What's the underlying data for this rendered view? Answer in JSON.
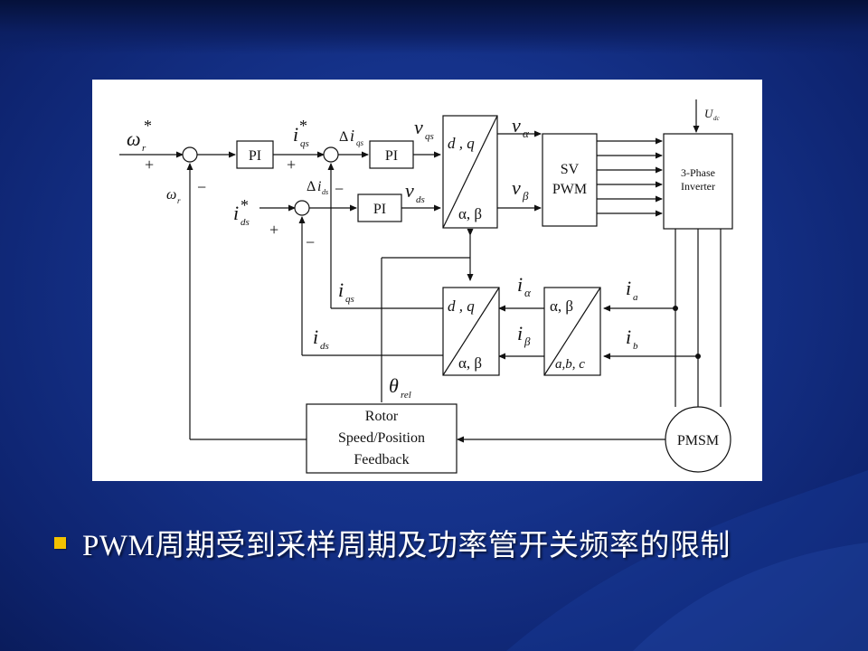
{
  "slide": {
    "bullet_text": "PWM周期受到采样周期及功率管开关频率的限制",
    "colors": {
      "background": "#15328a",
      "bullet": "#f2c200",
      "text": "#ffffff"
    }
  },
  "diagram": {
    "blocks": {
      "pi_speed": "PI",
      "pi_q": "PI",
      "pi_d": "PI",
      "sv_line1": "SV",
      "sv_line2": "PWM",
      "inv_line1": "3-Phase",
      "inv_line2": "Inverter",
      "fb_line1": "Rotor",
      "fb_line2": "Speed/Position",
      "fb_line3": "Feedback",
      "motor": "PMSM"
    },
    "transforms": {
      "park_top_in": "d , q",
      "park_top_out": "α, β",
      "park_bot_in": "d , q",
      "park_bot_out": "α, β",
      "clarke_in": "α, β",
      "clarke_out": "a,b, c"
    },
    "signs": {
      "plus": "+",
      "minus": "−",
      "star": "*",
      "delta": "Δ"
    },
    "symbols": {
      "omega": "ω",
      "omega_sub": "r",
      "i": "i",
      "v": "v",
      "theta": "θ",
      "U": "U",
      "sub_qs": "qs",
      "sub_ds": "ds",
      "sub_alpha": "α",
      "sub_beta": "β",
      "sub_a": "a",
      "sub_b": "b",
      "sub_dc": "dc",
      "sub_rel": "rel"
    }
  }
}
